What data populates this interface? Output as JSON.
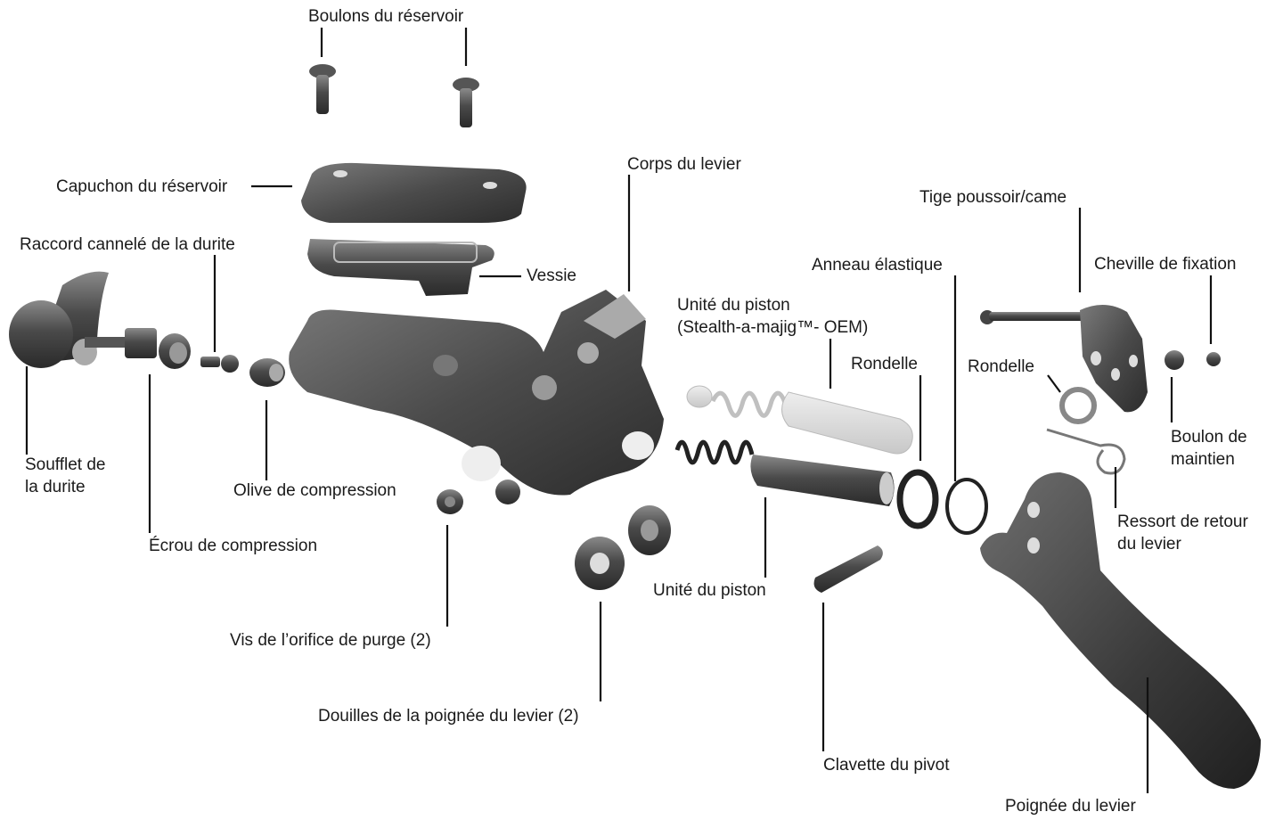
{
  "labels": {
    "boulons_reservoir": "Boulons du réservoir",
    "capuchon": "Capuchon du réservoir",
    "corps_levier": "Corps du levier",
    "tige": "Tige poussoir/came",
    "raccord": "Raccord cannelé de la durite",
    "vessie": "Vessie",
    "anneau": "Anneau élastique",
    "cheville": "Cheville de fixation",
    "piston_oem_1": "Unité du piston",
    "piston_oem_2": "(Stealth-a-majig™- OEM)",
    "rondelle_1": "Rondelle",
    "rondelle_2": "Rondelle",
    "soufflet_1": "Soufflet de",
    "soufflet_2": "la durite",
    "boulon_maintien_1": "Boulon de",
    "boulon_maintien_2": "maintien",
    "olive": "Olive de compression",
    "ressort_1": "Ressort de retour",
    "ressort_2": "du levier",
    "ecrou": "Écrou de compression",
    "piston": "Unité du piston",
    "vis_purge": "Vis de l’orifice de purge (2)",
    "douilles": "Douilles de la poignée du levier (2)",
    "clavette": "Clavette du pivot",
    "poignee": "Poignée du levier"
  },
  "colors": {
    "part_dark": "#3a3a3a",
    "part_mid": "#6a6a6a",
    "part_light": "#9a9a9a",
    "ghost": "#d9d9d9",
    "leader": "#111111"
  }
}
